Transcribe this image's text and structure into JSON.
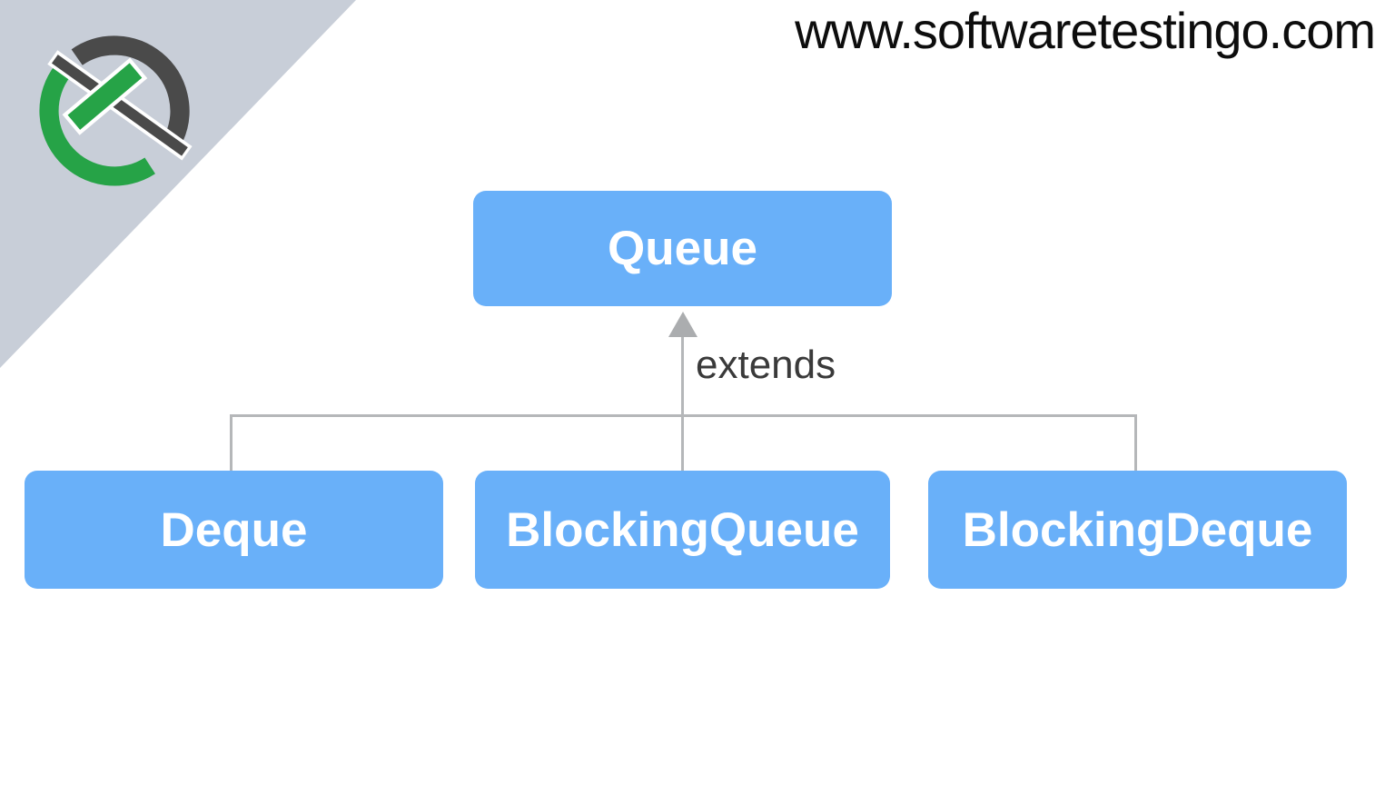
{
  "site_url": "www.softwaretestingo.com",
  "diagram": {
    "parent": {
      "label": "Queue"
    },
    "relation_label": "extends",
    "children": [
      {
        "label": "Deque"
      },
      {
        "label": "BlockingQueue"
      },
      {
        "label": "BlockingDeque"
      }
    ]
  },
  "colors": {
    "box_fill": "#69b0f9",
    "box_text": "#ffffff",
    "connector": "#b5b7b9",
    "arrow": "#abadaf",
    "corner_triangle": "#c8ced8",
    "logo_dark": "#4a4a4a",
    "logo_green": "#26a347",
    "relation_text": "#3a3a3a",
    "site_text": "#0d0d0d"
  }
}
